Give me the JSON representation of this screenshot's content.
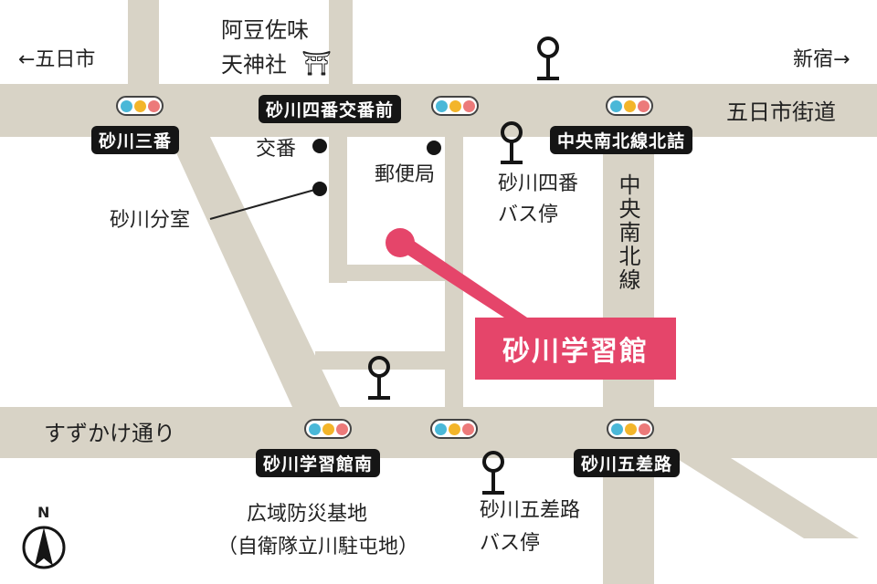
{
  "colors": {
    "background": "#ffffff",
    "road": "#d8d3c6",
    "destination": "#e5456a",
    "tag_bg": "#151515",
    "signal_blue": "#4ab8d8",
    "signal_yellow": "#f3b52a",
    "signal_red": "#ec7a7a"
  },
  "directions": {
    "left": "←五日市",
    "right": "新宿→"
  },
  "roads": {
    "top_road": "五日市街道",
    "bottom_road": "すずかけ通り",
    "vertical_road": "中央南北線"
  },
  "intersections": {
    "sunagawa_sanban": "砂川三番",
    "sunagawa_yonban_kobanmae": "砂川四番交番前",
    "chuo_nanboku_kitazume": "中央南北線北詰",
    "sunagawa_gakushukan_minami": "砂川学習館南",
    "sunagawa_gosaro": "砂川五差路"
  },
  "landmarks": {
    "shrine_line1": "阿豆佐味",
    "shrine_line2": "天神社",
    "shrine_icon": "⛩",
    "police_box": "交番",
    "post_office": "郵便局",
    "branch_office": "砂川分室",
    "bus_stop_4_line1": "砂川四番",
    "bus_stop_4_line2": "バス停",
    "bus_stop_5_line1": "砂川五差路",
    "bus_stop_5_line2": "バス停",
    "base_line1": "広域防災基地",
    "base_line2": "（自衛隊立川駐屯地）"
  },
  "destination": {
    "label": "砂川学習館"
  },
  "compass": {
    "label": "N"
  }
}
